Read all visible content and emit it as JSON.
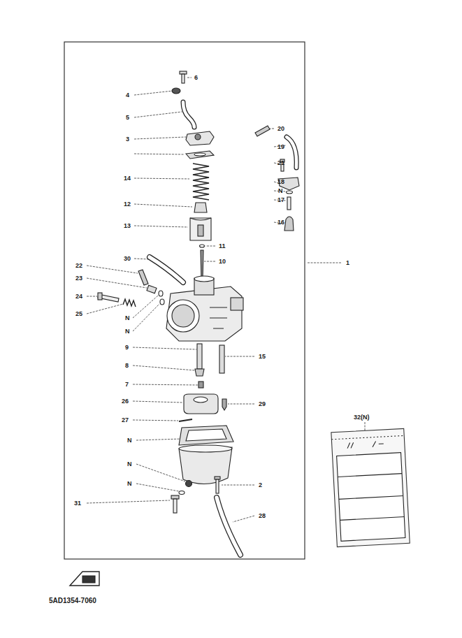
{
  "diagram": {
    "labels": [
      "6",
      "4",
      "5",
      "20",
      "3",
      "19",
      "21",
      "14",
      "18",
      "N",
      "17",
      "12",
      "16",
      "13",
      "11",
      "30",
      "10",
      "1",
      "22",
      "23",
      "24",
      "25",
      "N",
      "N",
      "9",
      "15",
      "8",
      "7",
      "26",
      "29",
      "32(N)",
      "27",
      "N",
      "N",
      "N",
      "2",
      "31",
      "28",
      "5AD1354-7060"
    ]
  }
}
